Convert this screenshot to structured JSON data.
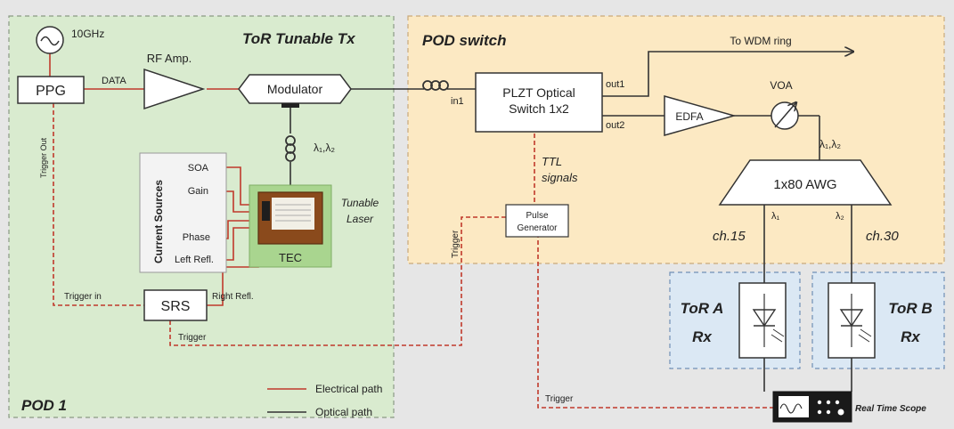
{
  "regions": {
    "pod1": "POD 1",
    "tor_tx": "ToR Tunable Tx",
    "pod_switch": "POD switch"
  },
  "blocks": {
    "osc_freq": "10GHz",
    "ppg": "PPG",
    "data": "DATA",
    "rf_amp": "RF Amp.",
    "modulator": "Modulator",
    "trigger_out": "Trigger Out",
    "current_sources": "Current Sources",
    "src_soa": "SOA",
    "src_gain": "Gain",
    "src_phase": "Phase",
    "src_left_refl": "Left Refl.",
    "lambda_pair": "λ₁,λ₂",
    "tunable_laser_1": "Tunable",
    "tunable_laser_2": "Laser",
    "tec": "TEC",
    "trigger_in": "Trigger in",
    "srs": "SRS",
    "right_refl": "Right Refl.",
    "trigger_srs": "Trigger",
    "switch_1": "PLZT Optical",
    "switch_2": "Switch 1x2",
    "in1": "in1",
    "out1": "out1",
    "out2": "out2",
    "to_wdm": "To WDM ring",
    "edfa": "EDFA",
    "voa": "VOA",
    "lambda_pair2": "λ₁,λ₂",
    "awg": "1x80 AWG",
    "lambda1": "λ₁",
    "lambda2": "λ₂",
    "ch15": "ch.15",
    "ch30": "ch.30",
    "ttl_1": "TTL",
    "ttl_2": "signals",
    "pulse_1": "Pulse",
    "pulse_2": "Generator",
    "trigger_pulse": "Trigger",
    "tor_a_1": "ToR A",
    "tor_a_2": "Rx",
    "tor_b_1": "ToR B",
    "tor_b_2": "Rx",
    "trigger_scope": "Trigger",
    "scope": "Real Time Scope"
  },
  "legend": {
    "electrical": "Electrical path",
    "optical": "Optical path"
  },
  "colors": {
    "electrical": "#c0392b",
    "optical": "#333333",
    "pod1_fill": "#d9ebcf",
    "switch_fill": "#fce9c3",
    "rx_fill": "#dbe8f4"
  }
}
